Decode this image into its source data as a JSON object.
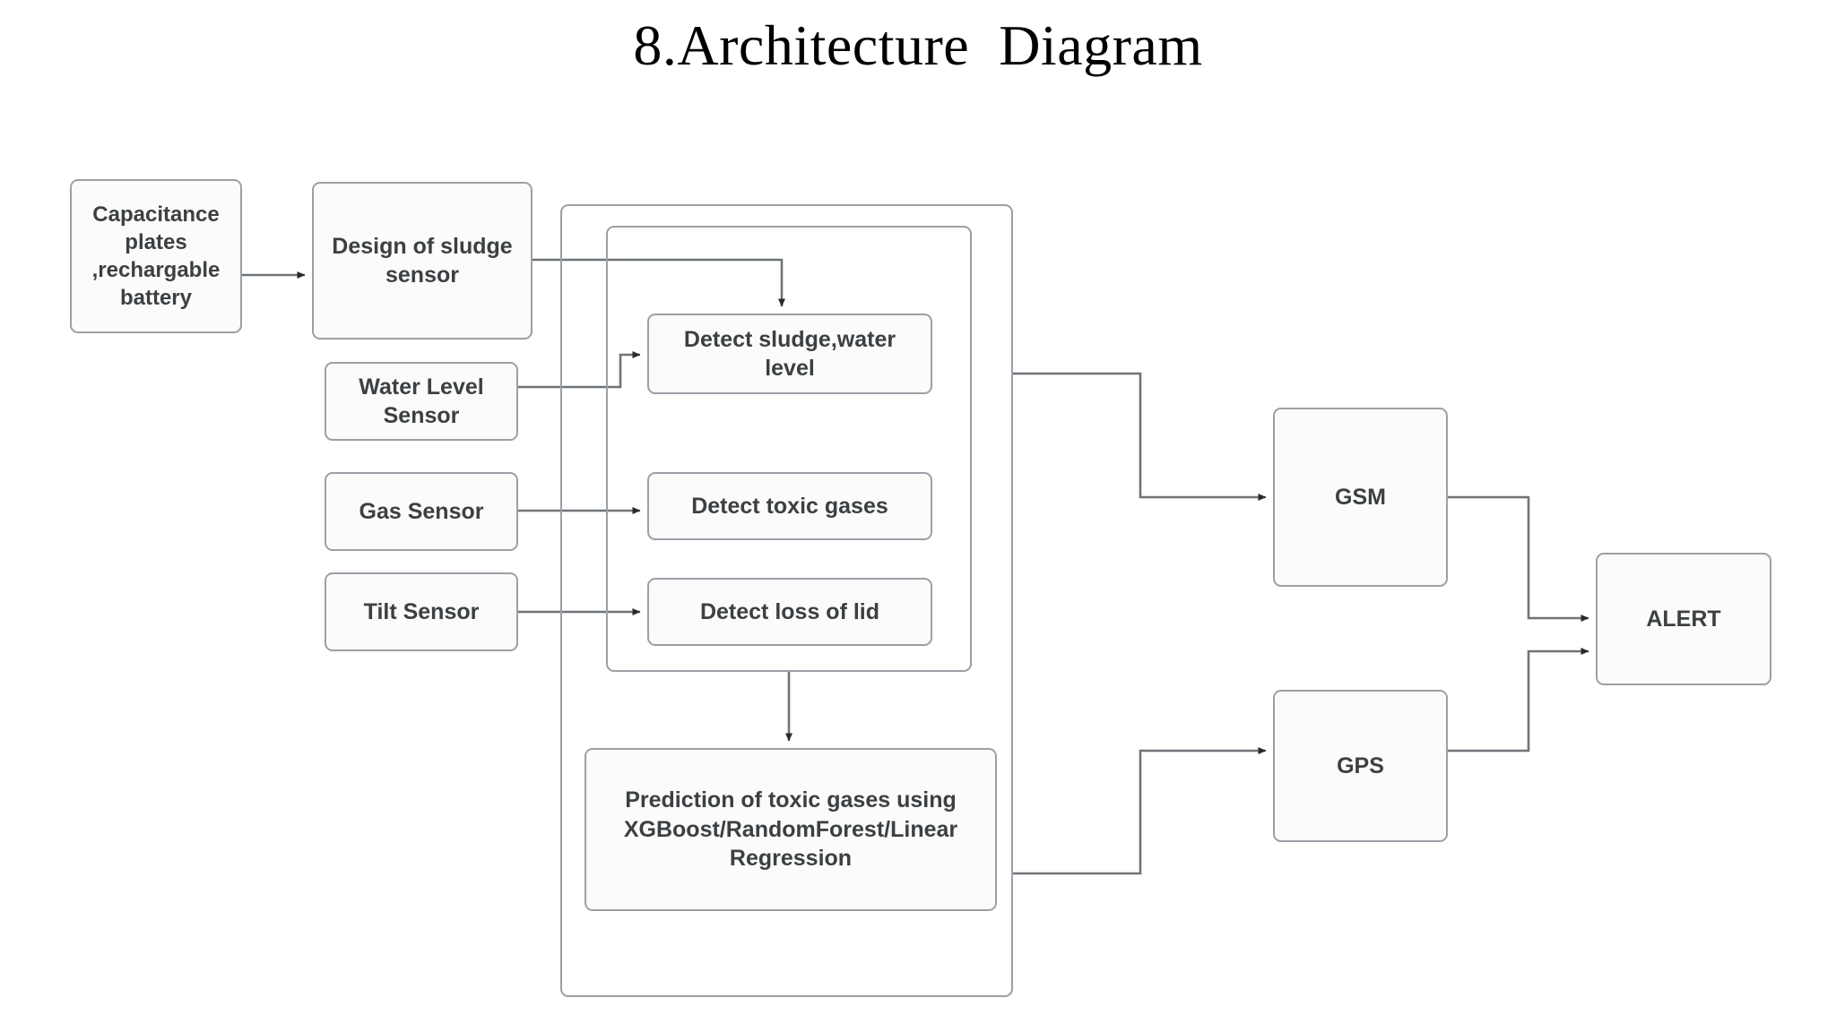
{
  "page": {
    "title": "8.Architecture  Diagram"
  },
  "diagram": {
    "type": "block-architecture",
    "stroke_color": "#9aa0a6",
    "text_color": "#3c4043",
    "background": "#ffffff",
    "nodes": [
      {
        "id": "capacitance",
        "label": "Capacitance\nplates\n,rechargable\nbattery"
      },
      {
        "id": "design",
        "label": "Design of sludge\nsensor"
      },
      {
        "id": "water_level",
        "label": "Water Level\nSensor"
      },
      {
        "id": "gas",
        "label": "Gas Sensor"
      },
      {
        "id": "tilt",
        "label": "Tilt Sensor"
      },
      {
        "id": "detect_sludge",
        "label": "Detect sludge,water\nlevel"
      },
      {
        "id": "detect_gases",
        "label": "Detect toxic gases"
      },
      {
        "id": "detect_lid",
        "label": "Detect loss of lid"
      },
      {
        "id": "prediction",
        "label": "Prediction of toxic gases using\nXGBoost/RandomForest/Linear\nRegression"
      },
      {
        "id": "gsm",
        "label": "GSM"
      },
      {
        "id": "gps",
        "label": "GPS"
      },
      {
        "id": "alert",
        "label": "ALERT"
      }
    ],
    "containers": [
      {
        "id": "outer_group",
        "label": ""
      },
      {
        "id": "inner_group",
        "label": ""
      }
    ],
    "edges": [
      {
        "from": "capacitance",
        "to": "design"
      },
      {
        "from": "design",
        "to": "detect_sludge"
      },
      {
        "from": "water_level",
        "to": "detect_sludge"
      },
      {
        "from": "gas",
        "to": "detect_gases"
      },
      {
        "from": "tilt",
        "to": "detect_lid"
      },
      {
        "from": "inner_group",
        "to": "prediction"
      },
      {
        "from": "outer_group",
        "to": "gsm"
      },
      {
        "from": "prediction",
        "to": "gps"
      },
      {
        "from": "gsm",
        "to": "alert"
      },
      {
        "from": "gps",
        "to": "alert"
      }
    ]
  }
}
